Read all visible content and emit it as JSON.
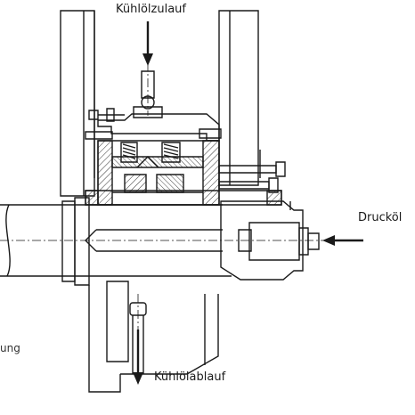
{
  "labels": {
    "coolant_inlet": "Kühlölzulauf",
    "pressure_oil": "Drucköl",
    "coolant_outlet": "Kühlölablauf",
    "cut_text": "ung"
  },
  "colors": {
    "line": "#1a1a1a",
    "hatch": "#333333",
    "background": "#ffffff"
  }
}
